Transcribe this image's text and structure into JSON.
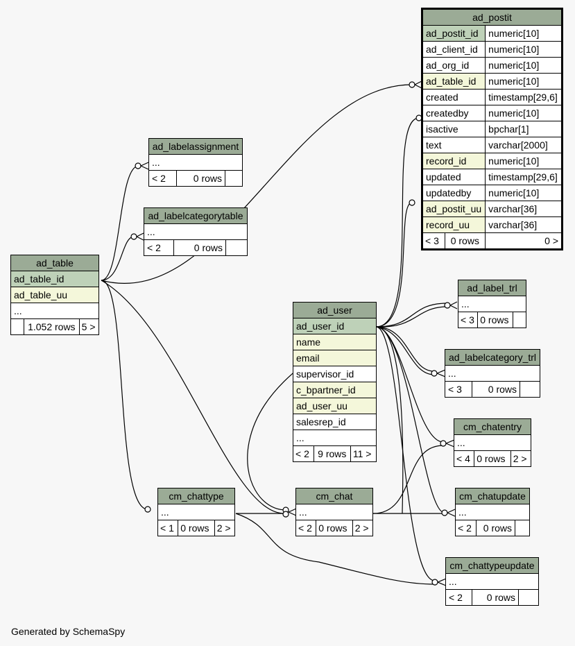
{
  "footer": "Generated by SchemaSpy",
  "ad_postit": {
    "name": "ad_postit",
    "columns": [
      {
        "name": "ad_postit_id",
        "type": "numeric[10]"
      },
      {
        "name": "ad_client_id",
        "type": "numeric[10]"
      },
      {
        "name": "ad_org_id",
        "type": "numeric[10]"
      },
      {
        "name": "ad_table_id",
        "type": "numeric[10]"
      },
      {
        "name": "created",
        "type": "timestamp[29,6]"
      },
      {
        "name": "createdby",
        "type": "numeric[10]"
      },
      {
        "name": "isactive",
        "type": "bpchar[1]"
      },
      {
        "name": "text",
        "type": "varchar[2000]"
      },
      {
        "name": "record_id",
        "type": "numeric[10]"
      },
      {
        "name": "updated",
        "type": "timestamp[29,6]"
      },
      {
        "name": "updatedby",
        "type": "numeric[10]"
      },
      {
        "name": "ad_postit_uu",
        "type": "varchar[36]"
      },
      {
        "name": "record_uu",
        "type": "varchar[36]"
      }
    ],
    "parents": "< 3",
    "rows": "0 rows",
    "children": "0 >"
  },
  "ad_labelassignment": {
    "name": "ad_labelassignment",
    "ellipsis": "...",
    "parents": "< 2",
    "rows": "0 rows"
  },
  "ad_labelcategorytable": {
    "name": "ad_labelcategorytable",
    "ellipsis": "...",
    "parents": "< 2",
    "rows": "0 rows"
  },
  "ad_table": {
    "name": "ad_table",
    "col1": "ad_table_id",
    "col2": "ad_table_uu",
    "ellipsis": "...",
    "rows": "1.052 rows",
    "children": "5 >"
  },
  "ad_user": {
    "name": "ad_user",
    "columns": [
      "ad_user_id",
      "name",
      "email",
      "supervisor_id",
      "c_bpartner_id",
      "ad_user_uu",
      "salesrep_id"
    ],
    "ellipsis": "...",
    "parents": "< 2",
    "rows": "9 rows",
    "children": "11 >"
  },
  "ad_label_trl": {
    "name": "ad_label_trl",
    "ellipsis": "...",
    "parents": "< 3",
    "rows": "0 rows"
  },
  "ad_labelcategory_trl": {
    "name": "ad_labelcategory_trl",
    "ellipsis": "...",
    "parents": "< 3",
    "rows": "0 rows"
  },
  "cm_chatentry": {
    "name": "cm_chatentry",
    "ellipsis": "...",
    "parents": "< 4",
    "rows": "0 rows",
    "children": "2 >"
  },
  "cm_chattype": {
    "name": "cm_chattype",
    "ellipsis": "...",
    "parents": "< 1",
    "rows": "0 rows",
    "children": "2 >"
  },
  "cm_chat": {
    "name": "cm_chat",
    "ellipsis": "...",
    "parents": "< 2",
    "rows": "0 rows",
    "children": "2 >"
  },
  "cm_chatupdate": {
    "name": "cm_chatupdate",
    "ellipsis": "...",
    "parents": "< 2",
    "rows": "0 rows"
  },
  "cm_chattypeupdate": {
    "name": "cm_chattypeupdate",
    "ellipsis": "...",
    "parents": "< 2",
    "rows": "0 rows"
  }
}
